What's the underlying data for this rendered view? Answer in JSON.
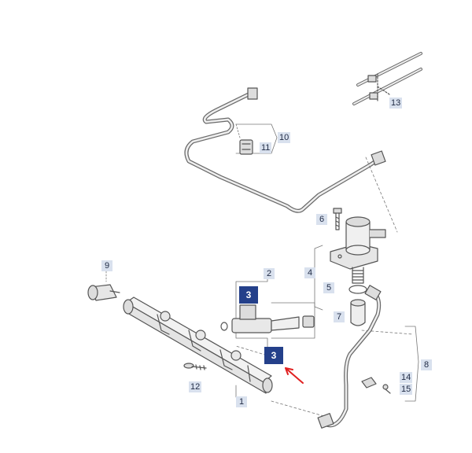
{
  "diagram": {
    "part_labels": {
      "p1": "1",
      "p2": "2",
      "p3a": "3",
      "p3b": "3",
      "p4": "4",
      "p5": "5",
      "p6": "6",
      "p7": "7",
      "p8": "8",
      "p9": "9",
      "p10": "10",
      "p11": "11",
      "p12": "12",
      "p13": "13",
      "p14": "14",
      "p15": "15"
    },
    "highlighted_part": "3",
    "colors": {
      "line": "#555555",
      "label_bg": "#d9e1ee",
      "highlight_bg": "#24408a",
      "arrow": "#e02020"
    }
  }
}
